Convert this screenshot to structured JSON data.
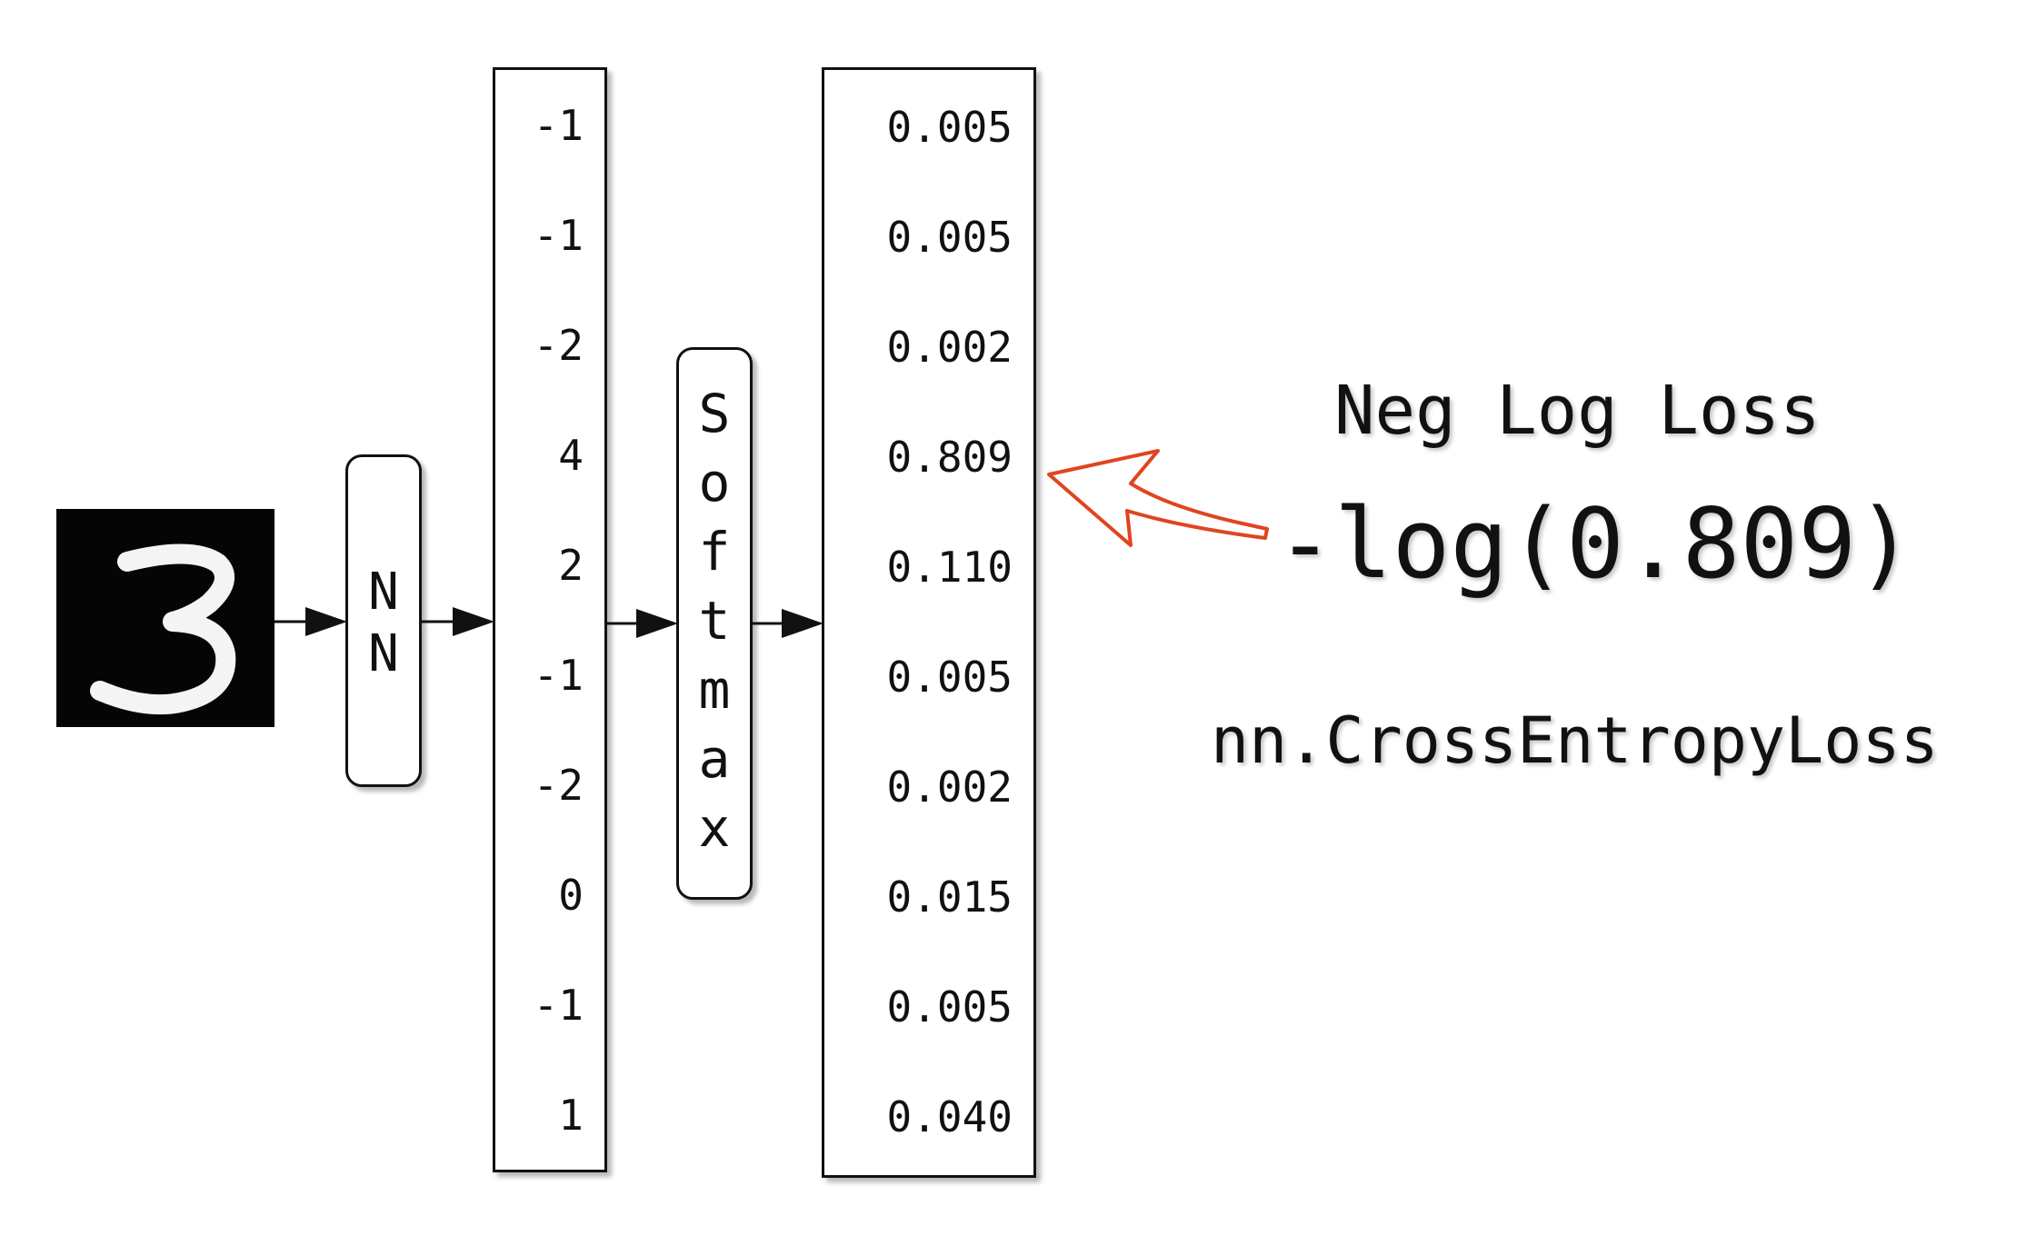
{
  "input_image": {
    "digit": "3"
  },
  "nn_box": {
    "letters": [
      "N",
      "N"
    ]
  },
  "logits": [
    "-1",
    "-1",
    "-2",
    "4",
    "2",
    "-1",
    "-2",
    "0",
    "-1",
    "1"
  ],
  "softmax_box": {
    "letters": [
      "S",
      "o",
      "f",
      "t",
      "m",
      "a",
      "x"
    ]
  },
  "probabilities": [
    "0.005",
    "0.005",
    "0.002",
    "0.809",
    "0.110",
    "0.005",
    "0.002",
    "0.015",
    "0.005",
    "0.040"
  ],
  "annotation": {
    "title": "Neg Log Loss",
    "formula": "-log(0.809)",
    "code": "nn.CrossEntropyLoss"
  },
  "colors": {
    "pointer_arrow": "#e0451f",
    "stroke": "#111111"
  }
}
